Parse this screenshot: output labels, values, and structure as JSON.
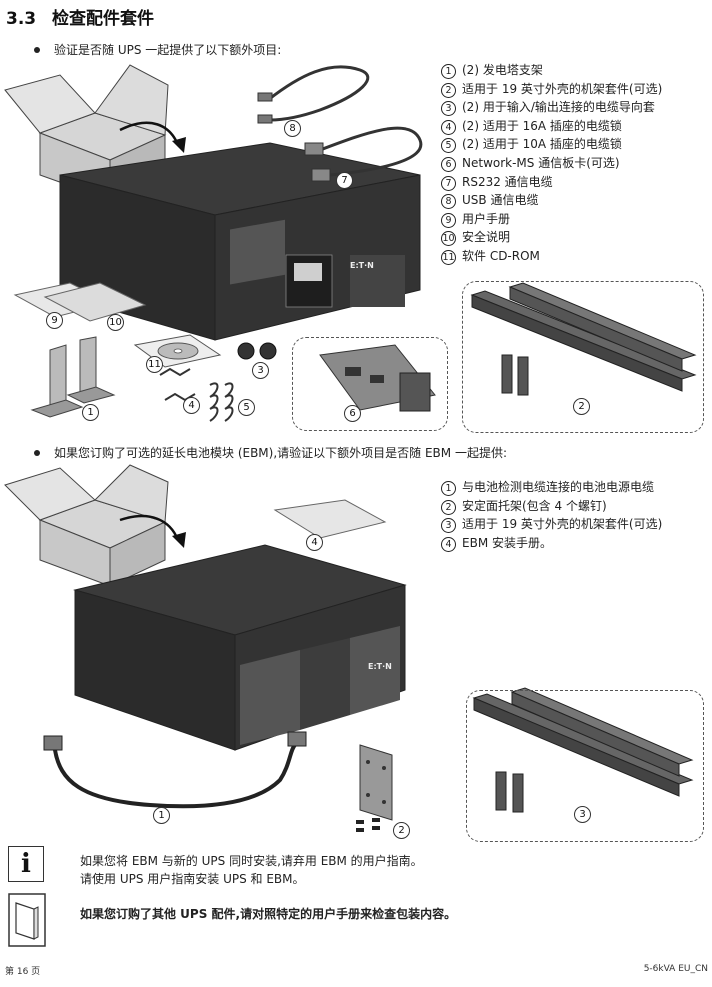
{
  "section": {
    "number": "3.3",
    "title": "检查配件套件"
  },
  "bullet1": "验证是否随 UPS 一起提供了以下额外项目:",
  "list1": [
    {
      "n": "1",
      "text": "(2) 发电塔支架"
    },
    {
      "n": "2",
      "text": "适用于 19 英寸外壳的机架套件(可选)"
    },
    {
      "n": "3",
      "text": "(2) 用于输入/输出连接的电缆导向套"
    },
    {
      "n": "4",
      "text": "(2) 适用于 16A 插座的电缆锁"
    },
    {
      "n": "5",
      "text": "(2) 适用于 10A 插座的电缆锁"
    },
    {
      "n": "6",
      "text": "Network-MS 通信板卡(可选)"
    },
    {
      "n": "7",
      "text": "RS232 通信电缆"
    },
    {
      "n": "8",
      "text": "USB 通信电缆"
    },
    {
      "n": "9",
      "text": "用户手册"
    },
    {
      "n": "10",
      "text": "安全说明"
    },
    {
      "n": "11",
      "text": "软件 CD-ROM"
    }
  ],
  "bullet2": "如果您订购了可选的延长电池模块 (EBM),请验证以下额外项目是否随 EBM 一起提供:",
  "list2": [
    {
      "n": "1",
      "text": "与电池检测电缆连接的电池电源电缆"
    },
    {
      "n": "2",
      "text": "安定面托架(包含 4 个螺钉)"
    },
    {
      "n": "3",
      "text": "适用于 19 英寸外壳的机架套件(可选)"
    },
    {
      "n": "4",
      "text": "EBM 安装手册。"
    }
  ],
  "callouts_top": [
    "8",
    "7",
    "9",
    "10",
    "11",
    "3",
    "1",
    "4",
    "5",
    "6",
    "2"
  ],
  "callouts_bottom": [
    "4",
    "1",
    "2",
    "3"
  ],
  "brand_mark": "E:T·N",
  "info_icon": "info-icon",
  "info_note": [
    "如果您将 EBM 与新的 UPS 同时安装,请弃用 EBM 的用户指南。",
    "请使用 UPS 用户指南安装 UPS 和 EBM。"
  ],
  "doc_note": "如果您订购了其他 UPS 配件,请对照特定的用户手册来检查包装内容。",
  "footer": {
    "left": "第 16 页",
    "right": "5-6kVA EU_CN"
  }
}
